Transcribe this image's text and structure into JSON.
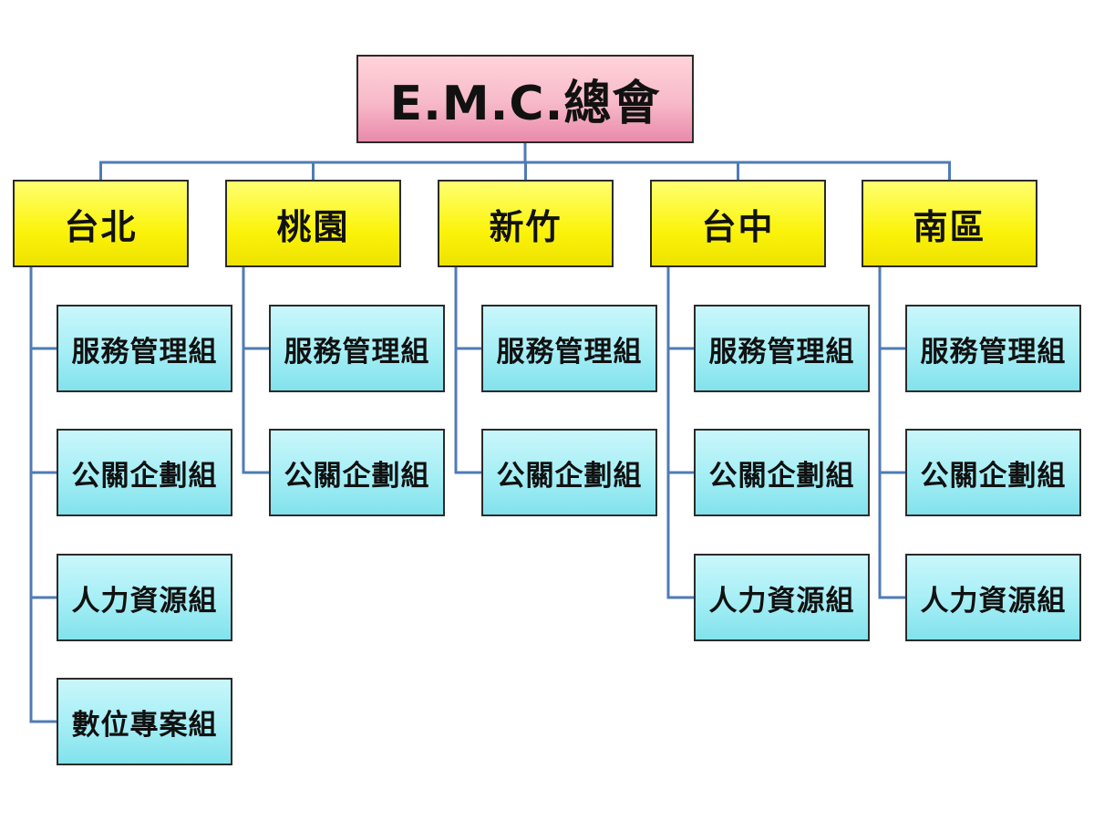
{
  "root": {
    "label": "E.M.C.總會"
  },
  "regions": [
    {
      "label": "台北",
      "groups": [
        "服務管理組",
        "公關企劃組",
        "人力資源組",
        "數位專案組"
      ]
    },
    {
      "label": "桃園",
      "groups": [
        "服務管理組",
        "公關企劃組"
      ]
    },
    {
      "label": "新竹",
      "groups": [
        "服務管理組",
        "公關企劃組"
      ]
    },
    {
      "label": "台中",
      "groups": [
        "服務管理組",
        "公關企劃組",
        "人力資源組"
      ]
    },
    {
      "label": "南區",
      "groups": [
        "服務管理組",
        "公關企劃組",
        "人力資源組"
      ]
    }
  ],
  "colors": {
    "connector": "#4f7bb6",
    "root_fill": "#f5b3c6",
    "region_fill": "#fbf30a",
    "group_fill": "#a4eef5",
    "border": "#2b2b2b"
  }
}
